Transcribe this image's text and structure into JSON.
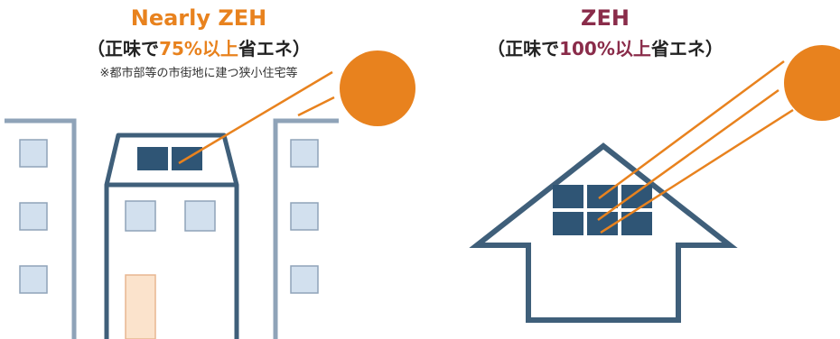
{
  "colors": {
    "orange": "#E8821E",
    "maroon": "#8A2C4A",
    "outline": "#3F5F7A",
    "panel": "#2F5575",
    "window_fill": "#D2E0EE",
    "window_stroke": "#8FA3B8",
    "door_fill": "#FBE3CC",
    "door_stroke": "#E8B690"
  },
  "icons": [
    "sun-icon",
    "solar-panel-icon",
    "sunlight-ray-icon",
    "building-icon",
    "house-icon"
  ],
  "left": {
    "title": "Nearly ZEH",
    "subtitle": {
      "open": "（正味で",
      "value": "75%以上",
      "close": "省エネ）"
    },
    "note": "※都市部等の市街地に建つ狭小住宅等"
  },
  "right": {
    "title": "ZEH",
    "subtitle": {
      "open": "（正味で",
      "value": "100%以上",
      "close": "省エネ）"
    }
  }
}
